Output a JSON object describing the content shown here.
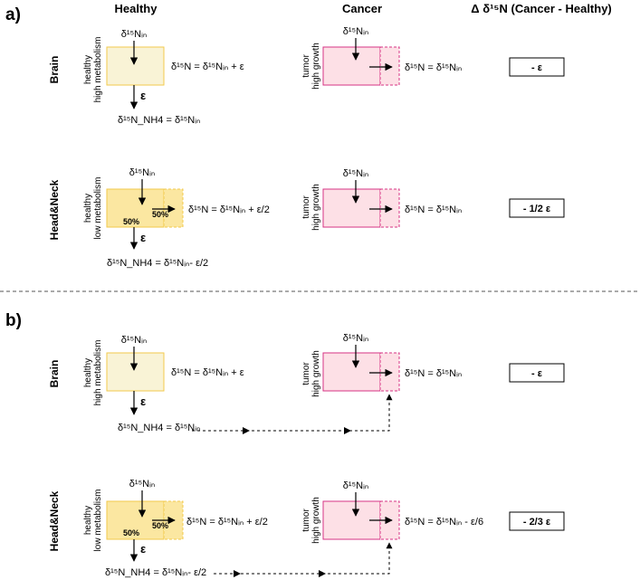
{
  "headers": {
    "healthy": "Healthy",
    "cancer": "Cancer",
    "delta": "Δ δ¹⁵N (Cancer - Healthy)"
  },
  "colors": {
    "healthy_light": "#f9f3d6",
    "healthy_strong": "#fbe7a1",
    "healthy_border": "#f2c94c",
    "tumor_fill": "#fde0e6",
    "tumor_border": "#d63384"
  },
  "panels": [
    {
      "label": "a)",
      "rows": [
        {
          "organ": "Brain",
          "healthy_state": [
            "healthy",
            "high metabolism"
          ],
          "healthy_input": "δ¹⁵Nᵢₙ",
          "healthy_output": "δ¹⁵N = δ¹⁵Nᵢₙ + ε",
          "epsilon": "ε",
          "nh4": "δ¹⁵N_NH4 = δ¹⁵Nᵢₙ",
          "tumor_state": [
            "tumor",
            "high growth"
          ],
          "tumor_input": "δ¹⁵Nᵢₙ",
          "tumor_output": "δ¹⁵N = δ¹⁵Nᵢₙ",
          "delta": "- ε"
        },
        {
          "organ": "Head&Neck",
          "healthy_state": [
            "healthy",
            "low metabolism"
          ],
          "healthy_input": "δ¹⁵Nᵢₙ",
          "healthy_output": "δ¹⁵N = δ¹⁵Nᵢₙ + ε/2",
          "epsilon": "ε",
          "nh4": "δ¹⁵N_NH4 = δ¹⁵Nᵢₙ- ε/2",
          "split_left": "50%",
          "split_right": "50%",
          "tumor_state": [
            "tumor",
            "high growth"
          ],
          "tumor_input": "δ¹⁵Nᵢₙ",
          "tumor_output": "δ¹⁵N = δ¹⁵Nᵢₙ",
          "delta": "- 1/2 ε"
        }
      ]
    },
    {
      "label": "b)",
      "rows": [
        {
          "organ": "Brain",
          "healthy_state": [
            "healthy",
            "high metabolism"
          ],
          "healthy_input": "δ¹⁵Nᵢₙ",
          "healthy_output": "δ¹⁵N = δ¹⁵Nᵢₙ + ε",
          "epsilon": "ε",
          "nh4": "δ¹⁵N_NH4 = δ¹⁵Nᵢₙ",
          "tumor_state": [
            "tumor",
            "high growth"
          ],
          "tumor_input": "δ¹⁵Nᵢₙ",
          "tumor_output": "δ¹⁵N = δ¹⁵Nᵢₙ",
          "delta": "- ε"
        },
        {
          "organ": "Head&Neck",
          "healthy_state": [
            "healthy",
            "low metabolism"
          ],
          "healthy_input": "δ¹⁵Nᵢₙ",
          "healthy_output": "δ¹⁵N = δ¹⁵Nᵢₙ + ε/2",
          "epsilon": "ε",
          "nh4": "δ¹⁵N_NH4 = δ¹⁵Nᵢₙ- ε/2",
          "split_left": "50%",
          "split_right": "50%",
          "tumor_state": [
            "tumor",
            "high growth"
          ],
          "tumor_input": "δ¹⁵Nᵢₙ",
          "tumor_output": "δ¹⁵N = δ¹⁵Nᵢₙ - ε/6",
          "delta": "- 2/3 ε"
        }
      ]
    }
  ]
}
